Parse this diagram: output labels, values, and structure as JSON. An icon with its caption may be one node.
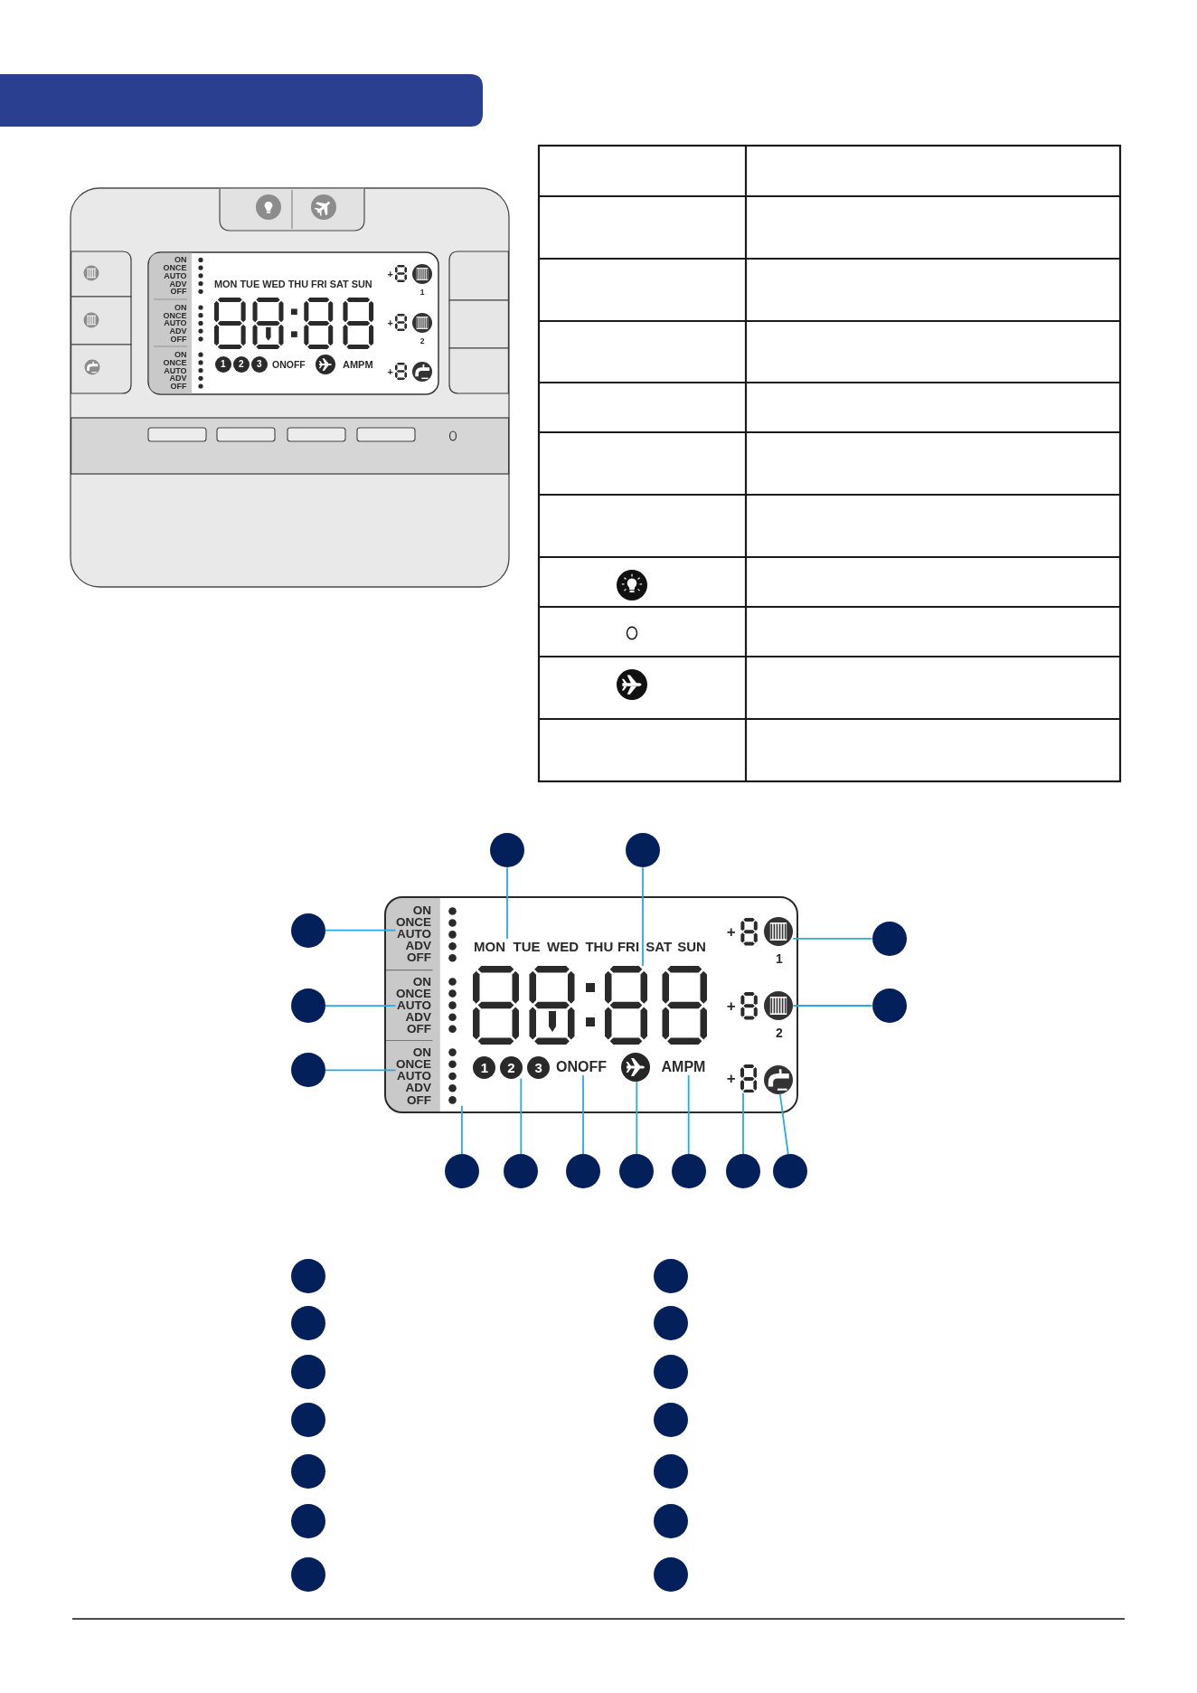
{
  "diagram": {
    "nodes": [
      {
        "text": [],
        "shape": "box"
      },
      {
        "text": [
          "ON",
          "ONCE",
          "AUTO",
          "ADV",
          "OFF"
        ],
        "in": 0
      },
      {
        "text": [
          "ON",
          "ONCE",
          "AUTO",
          "ADV",
          "OFF"
        ],
        "in": 0
      },
      {
        "text": [
          "ON",
          "ONCE",
          "AUTO",
          "ADV",
          "OFF"
        ],
        "in": 0
      },
      {
        "text": [
          "MON",
          "TUE",
          "WED",
          "THU",
          "FRI",
          "SAT",
          "SUN"
        ],
        "in": 0
      },
      {
        "text": [],
        "shape": "picture",
        "in": 0
      },
      {
        "text": [],
        "shape": "picture",
        "in": 0,
        "beside": [
          "1"
        ]
      },
      {
        "text": [],
        "shape": "picture",
        "in": 0,
        "beside": [
          "2"
        ]
      },
      {
        "text": [
          "1"
        ],
        "in": 0
      },
      {
        "text": [
          "2"
        ],
        "in": 0
      },
      {
        "text": [
          "3"
        ],
        "in": 0
      },
      {
        "text": [
          "ONOFF"
        ],
        "in": 0
      },
      {
        "text": [],
        "shape": "circle",
        "in": 0
      },
      {
        "text": [
          "AMPM"
        ],
        "in": 0
      },
      {
        "text": [],
        "shape": "picture",
        "in": 0,
        "beside": [
          "+"
        ]
      },
      {
        "text": [],
        "shape": "picture",
        "in": 0
      },
      {
        "text": [],
        "shape": "circle"
      },
      {
        "text": [],
        "shape": "circle"
      },
      {
        "text": [],
        "shape": "circle"
      },
      {
        "text": [],
        "shape": "circle"
      },
      {
        "text": [],
        "shape": "circle"
      },
      {
        "text": [],
        "shape": "circle"
      },
      {
        "text": [],
        "shape": "circle"
      },
      {
        "text": [],
        "shape": "circle"
      },
      {
        "text": [],
        "shape": "circle"
      },
      {
        "text": [],
        "shape": "circle"
      },
      {
        "text": [],
        "shape": "circle"
      },
      {
        "text": [],
        "shape": "circle"
      },
      {
        "text": [],
        "shape": "circle"
      },
      {
        "text": [],
        "shape": "circle"
      },
      {
        "text": [],
        "shape": "circle"
      },
      {
        "text": [],
        "shape": "circle"
      },
      {
        "text": [],
        "shape": "circle"
      },
      {
        "text": [],
        "shape": "circle"
      },
      {
        "text": [],
        "shape": "circle"
      },
      {
        "text": [],
        "shape": "circle"
      },
      {
        "text": [],
        "shape": "circle"
      },
      {
        "text": [],
        "shape": "circle"
      },
      {
        "text": [],
        "shape": "circle"
      },
      {
        "text": [],
        "shape": "circle"
      },
      {
        "text": [],
        "shape": "circle"
      },
      {
        "text": [],
        "shape": "circle"
      },
      {
        "text": [],
        "shape": "circle"
      },
      {
        "text": [],
        "shape": "circle"
      }
    ],
    "edges": [
      {
        "from": 16,
        "to": 4,
        "arrow": "none"
      },
      {
        "from": 17,
        "to": 5,
        "arrow": "none"
      },
      {
        "from": 18,
        "to": 1,
        "arrow": "none"
      },
      {
        "from": 19,
        "to": 6,
        "arrow": "none"
      },
      {
        "from": 20,
        "to": 2,
        "arrow": "none"
      },
      {
        "from": 21,
        "to": 7,
        "arrow": "none"
      },
      {
        "from": 22,
        "to": 3,
        "arrow": "none"
      },
      {
        "from": 23,
        "to": 3,
        "arrow": "none"
      },
      {
        "from": 24,
        "to": 9,
        "arrow": "none"
      },
      {
        "from": 25,
        "to": 11,
        "arrow": "none"
      },
      {
        "from": 26,
        "to": 12,
        "arrow": "none"
      },
      {
        "from": 27,
        "to": 13,
        "arrow": "none"
      },
      {
        "from": 28,
        "to": 14,
        "arrow": "none"
      },
      {
        "from": 29,
        "to": 15,
        "arrow": "none"
      }
    ],
    "labels": [
      "ON",
      "ONCE",
      "AUTO",
      "ADV",
      "OFF",
      "+",
      "MON TUE WED THU FRI SAT SUN",
      "1",
      "ON",
      "ONCE",
      "AUTO",
      "ADV",
      "OFF",
      "+",
      "2",
      "ON",
      "ONCE",
      "AUTO",
      "ADV",
      "OFF",
      "1",
      "2",
      "3",
      "ONOFF",
      "AMPM",
      "+",
      "+",
      "+"
    ]
  }
}
